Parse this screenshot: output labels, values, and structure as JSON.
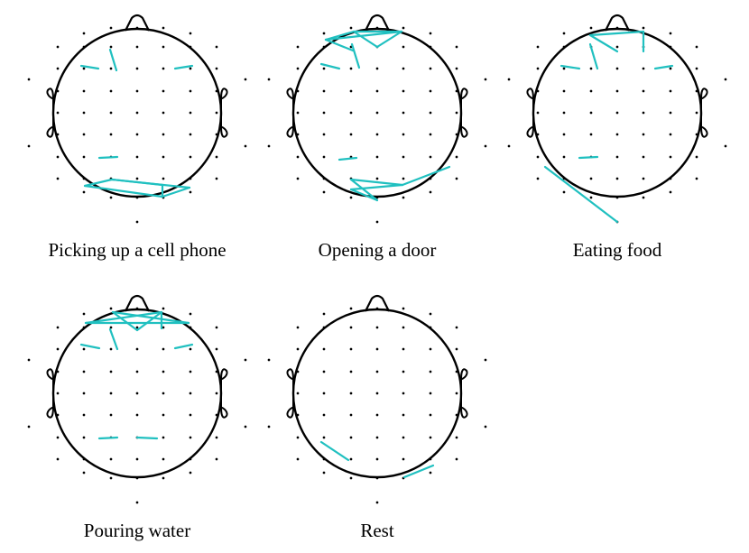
{
  "colors": {
    "connection": "#20c0c0",
    "outline": "#000000",
    "electrode": "#000000",
    "background": "#ffffff"
  },
  "panels": [
    {
      "label": "Picking up a  cell phone"
    },
    {
      "label": "Opening a door"
    },
    {
      "label": "Eating food"
    },
    {
      "label": "Pouring water"
    },
    {
      "label": "Rest"
    }
  ]
}
